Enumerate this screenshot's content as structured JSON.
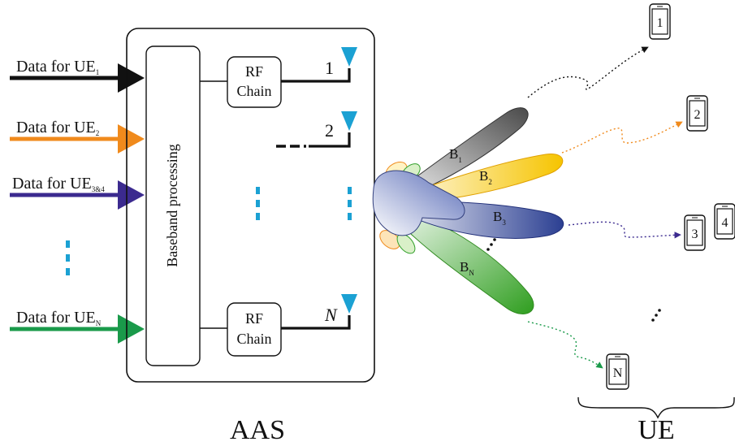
{
  "inputs": [
    {
      "prefix": "Data for UE",
      "sub": "1",
      "color": "#111111"
    },
    {
      "prefix": "Data for UE",
      "sub": "2",
      "color": "#f08a1c"
    },
    {
      "prefix": "Data for UE",
      "sub": "3&4",
      "color": "#3b2a8f"
    },
    {
      "prefix": "Data for UE",
      "sub": "N",
      "color": "#1a9a4a"
    }
  ],
  "baseband_label": "Baseband processing",
  "rf_chain_line1": "RF",
  "rf_chain_line2": "Chain",
  "antenna_labels": {
    "a1": "1",
    "a2": "2",
    "aN": "N"
  },
  "beams": [
    {
      "label": "B",
      "sub": "1",
      "color": "#555555"
    },
    {
      "label": "B",
      "sub": "2",
      "color": "#f5c800"
    },
    {
      "label": "B",
      "sub": "3",
      "color": "#2a3f93"
    },
    {
      "label": "B",
      "sub": "N",
      "color": "#33a02c"
    }
  ],
  "ue_devices": {
    "d1": "1",
    "d2": "2",
    "d3": "3",
    "d4": "4",
    "dN": "N"
  },
  "captions": {
    "aas": "AAS",
    "ue": "UE"
  },
  "colors": {
    "antenna": "#1ba1d3",
    "dots": "#1ba1d3"
  }
}
